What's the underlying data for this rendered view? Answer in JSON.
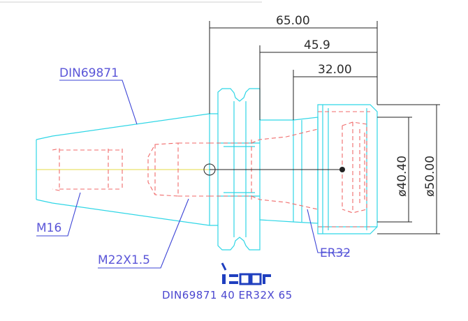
{
  "drawing": {
    "dimensions": {
      "overall_length": "65.00",
      "mid_length": "45.9",
      "short_length": "32.00",
      "diameter_small": "ø40.40",
      "diameter_large": "ø50.00"
    },
    "callouts": {
      "taper_standard": "DIN69871",
      "rear_thread": "M16",
      "inner_thread": "M22X1.5",
      "collet": "ER32"
    },
    "brand_logo_text": "iscar",
    "caption": "DIN69871  40  ER32X  65",
    "colors": {
      "body_outline": "#2fd6e6",
      "hidden_lines": "#f06a6a",
      "dimension_lines": "#222222",
      "callout_lines": "#3c44d6",
      "center_line": "#e9e26a",
      "logo": "#1f3fbf"
    }
  }
}
